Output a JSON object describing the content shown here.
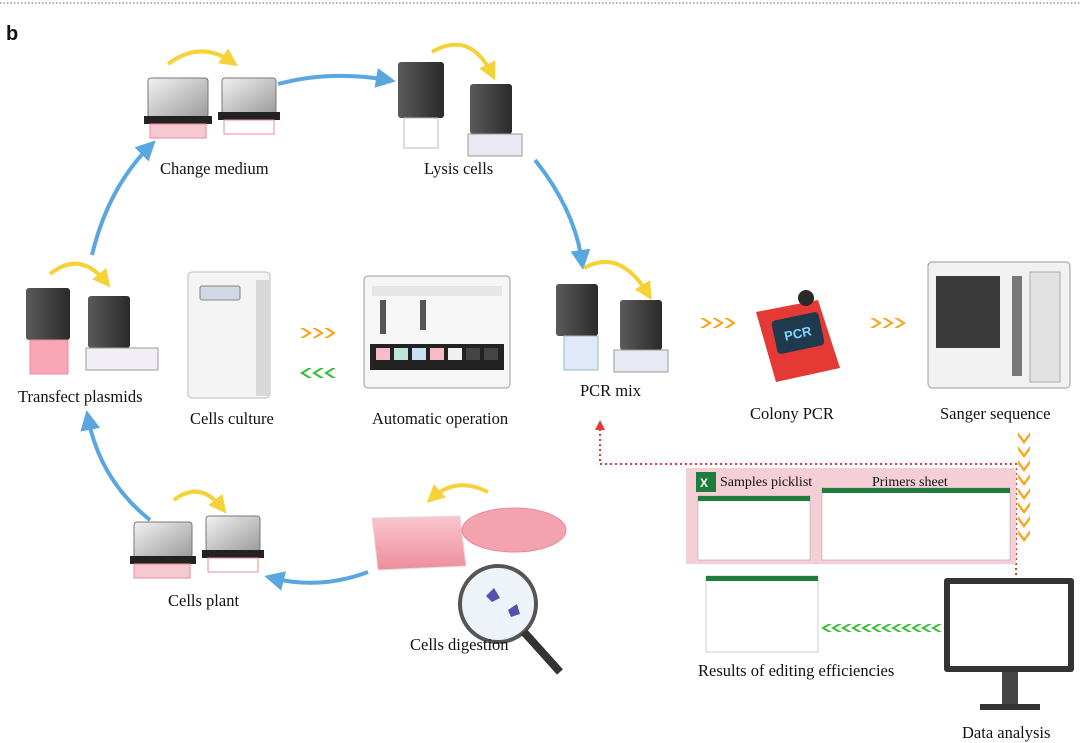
{
  "panel_label": "b",
  "steps": {
    "change_medium": "Change medium",
    "lysis_cells": "Lysis cells",
    "pcr_mix": "PCR mix",
    "colony_pcr": "Colony PCR",
    "sanger_sequence": "Sanger sequence",
    "transfect_plasmids": "Transfect plasmids",
    "cells_culture": "Cells culture",
    "automatic_operation": "Automatic operation",
    "cells_plant": "Cells plant",
    "cells_digestion": "Cells digestion",
    "results_editing": "Results of editing efficiencies",
    "data_analysis": "Data analysis"
  },
  "sheets": {
    "samples_picklist": "Samples picklist",
    "primers_sheet": "Primers sheet",
    "pcr_device_label": "PCR"
  },
  "colors": {
    "cycle_arrow": "#5aa6e0",
    "yellow_arrow": "#f5d23a",
    "forward_chevron": "#f6a623",
    "back_chevron": "#3bbf3b",
    "feedback_dotted": "#e53935",
    "excel_green": "#1e7d3c",
    "pcr_red": "#e53935"
  }
}
